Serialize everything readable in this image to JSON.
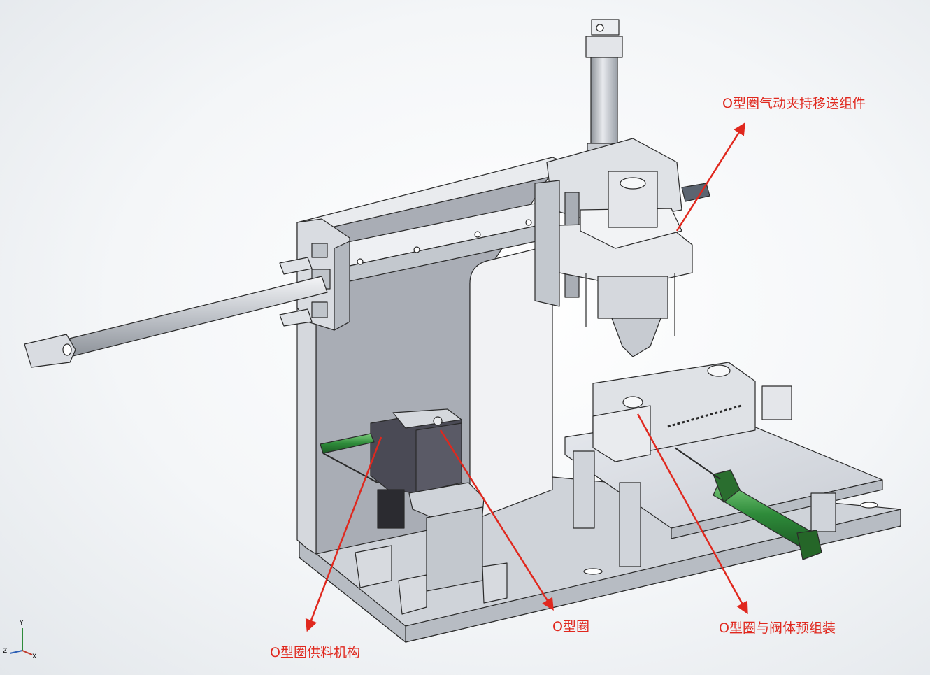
{
  "callouts": {
    "gripper_transfer": "O型圈气动夹持移送组件",
    "o_ring": "O型圈",
    "pre_assembly": "O型圈与阀体预组装",
    "feeding": "O型圈供料机构"
  },
  "axis": {
    "x": "X",
    "y": "Y",
    "z": "Z"
  },
  "colors": {
    "callout": "#e0281e",
    "cylinder_green": "#2e8b3a",
    "part_gray": "#d8dbe0",
    "edge": "#2a2a2a",
    "dark_block": "#4a4a55"
  }
}
